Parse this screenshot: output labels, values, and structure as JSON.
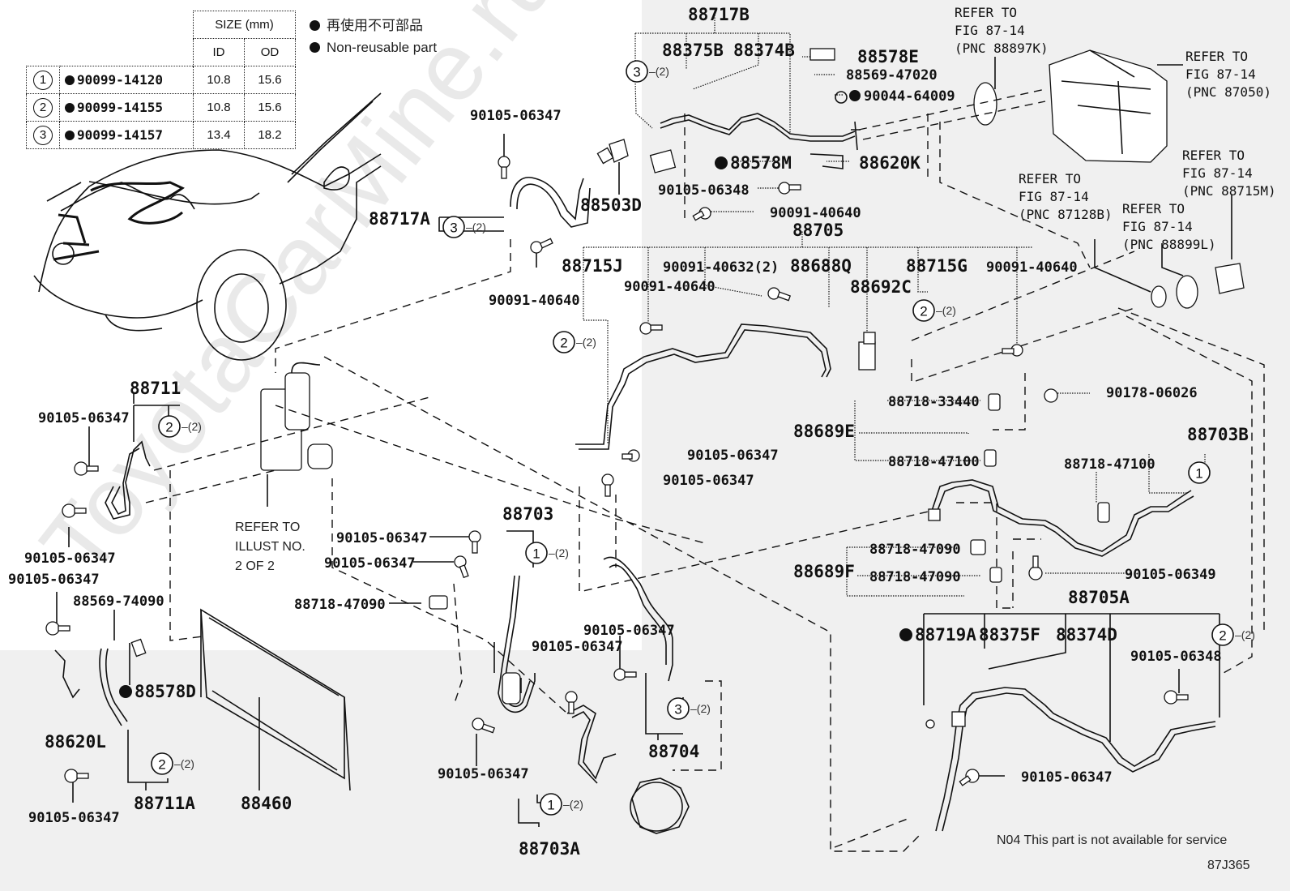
{
  "diagram": {
    "figure_id": "87J365",
    "note": "N04 This part is not available for service",
    "legend": {
      "japanese": "再使用不可部品",
      "english": "Non-reusable part"
    },
    "size_table": {
      "header": "SIZE (mm)",
      "col_id": "ID",
      "col_od": "OD",
      "rows": [
        {
          "index": "1",
          "part": "90099-14120",
          "id": "10.8",
          "od": "15.6"
        },
        {
          "index": "2",
          "part": "90099-14155",
          "id": "10.8",
          "od": "15.6"
        },
        {
          "index": "3",
          "part": "90099-14157",
          "id": "13.4",
          "od": "18.2"
        }
      ]
    },
    "refer_notes": [
      {
        "lines": [
          "REFER TO",
          "FIG 87-14",
          "(PNC 88897K)"
        ]
      },
      {
        "lines": [
          "REFER TO",
          "FIG 87-14",
          "(PNC 87050)"
        ]
      },
      {
        "lines": [
          "REFER TO",
          "FIG 87-14",
          "(PNC 88715M)"
        ]
      },
      {
        "lines": [
          "REFER TO",
          "FIG 87-14",
          "(PNC 87128B)"
        ]
      },
      {
        "lines": [
          "REFER TO",
          "FIG 87-14",
          "(PNC 88899L)"
        ]
      },
      {
        "lines": [
          "REFER TO",
          "ILLUST NO.",
          "2 OF 2"
        ]
      }
    ],
    "labels": [
      {
        "text": "88717B",
        "big": true
      },
      {
        "text": "88375B",
        "big": true
      },
      {
        "text": "88374B",
        "big": true
      },
      {
        "text": "88578E",
        "big": true
      },
      {
        "text": "88569-47020",
        "big": false
      },
      {
        "text": "90044-64009",
        "big": false,
        "bullet": true
      },
      {
        "text": "88578M",
        "big": true,
        "bullet": true
      },
      {
        "text": "88620K",
        "big": true
      },
      {
        "text": "90105-06348",
        "big": false
      },
      {
        "text": "90091-40640",
        "big": false
      },
      {
        "text": "88503D",
        "big": true
      },
      {
        "text": "90105-06347",
        "big": false
      },
      {
        "text": "88717A",
        "big": true
      },
      {
        "text": "90091-40640",
        "big": false
      },
      {
        "text": "88705",
        "big": true
      },
      {
        "text": "88715J",
        "big": true
      },
      {
        "text": "90091-40632(2)",
        "big": false
      },
      {
        "text": "90091-40640",
        "big": false
      },
      {
        "text": "88688Q",
        "big": true
      },
      {
        "text": "88692C",
        "big": true
      },
      {
        "text": "88715G",
        "big": true
      },
      {
        "text": "90091-40640",
        "big": false
      },
      {
        "text": "88711",
        "big": true
      },
      {
        "text": "90105-06347",
        "big": false
      },
      {
        "text": "90105-06347",
        "big": false
      },
      {
        "text": "90105-06347",
        "big": false
      },
      {
        "text": "88569-74090",
        "big": false
      },
      {
        "text": "88578D",
        "big": true,
        "bullet": true
      },
      {
        "text": "88620L",
        "big": true
      },
      {
        "text": "90105-06347",
        "big": false
      },
      {
        "text": "88711A",
        "big": true
      },
      {
        "text": "88460",
        "big": true
      },
      {
        "text": "90105-06347",
        "big": false
      },
      {
        "text": "90105-06347",
        "big": false
      },
      {
        "text": "88703",
        "big": true
      },
      {
        "text": "90105-06347",
        "big": false
      },
      {
        "text": "90105-06347",
        "big": false
      },
      {
        "text": "88718-47090",
        "big": false
      },
      {
        "text": "90105-06347",
        "big": false
      },
      {
        "text": "90105-06347",
        "big": false
      },
      {
        "text": "88704",
        "big": true
      },
      {
        "text": "90105-06347",
        "big": false
      },
      {
        "text": "88703A",
        "big": true
      },
      {
        "text": "90178-06026",
        "big": false
      },
      {
        "text": "88718-33440",
        "big": false
      },
      {
        "text": "88689E",
        "big": true
      },
      {
        "text": "88718-47100",
        "big": false
      },
      {
        "text": "88703B",
        "big": true
      },
      {
        "text": "88718-47100",
        "big": false
      },
      {
        "text": "88718-47090",
        "big": false
      },
      {
        "text": "88689F",
        "big": true
      },
      {
        "text": "88718-47090",
        "big": false
      },
      {
        "text": "90105-06349",
        "big": false
      },
      {
        "text": "88705A",
        "big": true
      },
      {
        "text": "88719A",
        "big": true,
        "bullet": true
      },
      {
        "text": "88375F",
        "big": true
      },
      {
        "text": "88374D",
        "big": true
      },
      {
        "text": "90105-06348",
        "big": false
      },
      {
        "text": "90105-06347",
        "big": false
      }
    ],
    "oring_callouts": [
      {
        "ref": "3",
        "qty": "(2)"
      },
      {
        "ref": "3",
        "qty": "(2)"
      },
      {
        "ref": "2",
        "qty": "(2)"
      },
      {
        "ref": "2",
        "qty": "(2)"
      },
      {
        "ref": "2",
        "qty": "(2)"
      },
      {
        "ref": "2",
        "qty": "(2)"
      },
      {
        "ref": "1",
        "qty": "(2)"
      },
      {
        "ref": "3",
        "qty": "(2)"
      },
      {
        "ref": "1",
        "qty": "(2)"
      },
      {
        "ref": "1",
        "qty": ""
      },
      {
        "ref": "2",
        "qty": "(2)"
      }
    ],
    "watermark": "ToyotaCarMine.ru"
  }
}
